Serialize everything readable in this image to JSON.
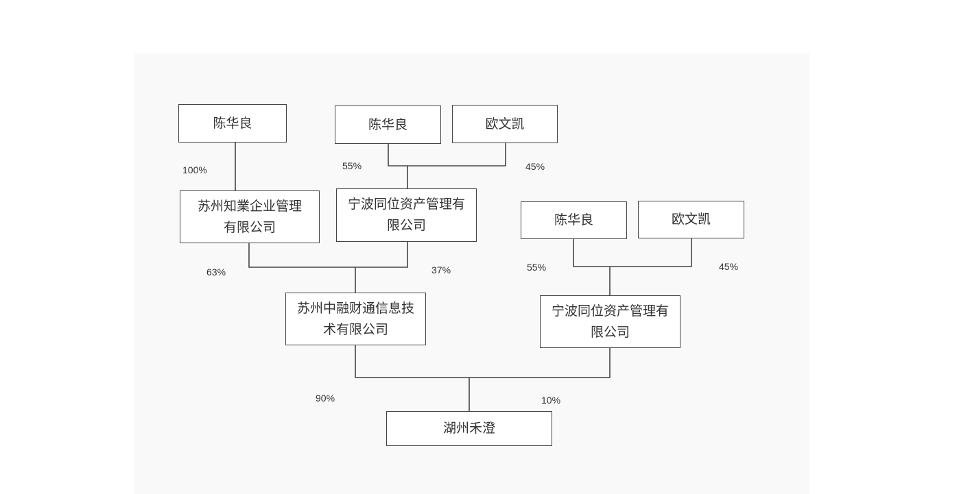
{
  "nodes": {
    "chen_top_left": "陈华良",
    "chen_top_mid": "陈华良",
    "ou_top": "欧文凯",
    "suzhou_zhiye": "苏州知業企业管理有限公司",
    "ningbo_tongwei_left": "宁波同位资产管理有限公司",
    "chen_right": "陈华良",
    "ou_right": "欧文凯",
    "suzhou_zhongrong": "苏州中融财通信息技术有限公司",
    "ningbo_tongwei_right": "宁波同位资产管理有限公司",
    "huzhou_hecheng": "湖州禾澄"
  },
  "percentages": {
    "p100": "100%",
    "p55_top": "55%",
    "p45_top": "45%",
    "p63": "63%",
    "p37": "37%",
    "p55_right": "55%",
    "p45_right": "45%",
    "p90": "90%",
    "p10": "10%"
  }
}
